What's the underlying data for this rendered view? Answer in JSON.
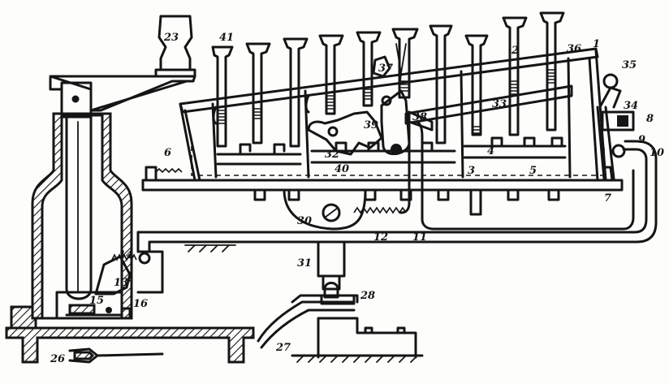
{
  "labels": {
    "l1": "1",
    "l2": "2",
    "l3": "3",
    "l4": "4",
    "l5": "5",
    "l6": "6",
    "l7": "7",
    "l8": "8",
    "l9": "9",
    "l10": "10",
    "l11": "11",
    "l12": "12",
    "l13": "13",
    "l14": "14",
    "l15": "15",
    "l16": "16",
    "l23": "23",
    "l26": "26",
    "l27": "27",
    "l28": "28",
    "l30": "30",
    "l31": "31",
    "l32": "32",
    "l33": "33",
    "l34": "34",
    "l35": "35",
    "l36": "36",
    "l37": "37",
    "l38": "38",
    "l39": "39",
    "l40": "40",
    "l41": "41"
  }
}
